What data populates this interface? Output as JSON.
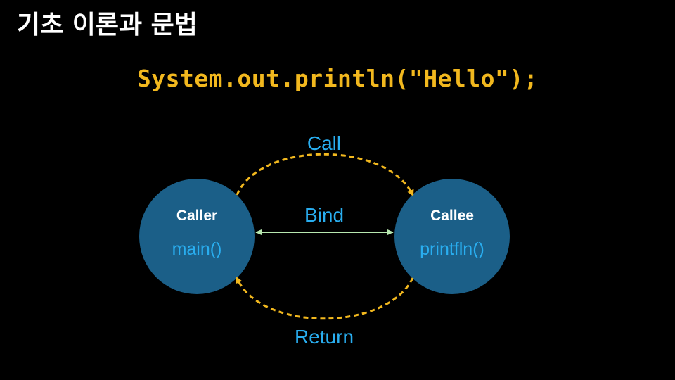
{
  "slide": {
    "title": "기초 이론과 문법",
    "code": "System.out.println(\"Hello\");"
  },
  "diagram": {
    "caller": {
      "role": "Caller",
      "function": "main()"
    },
    "callee": {
      "role": "Callee",
      "function": "printfln()"
    },
    "edges": {
      "call": "Call",
      "bind": "Bind",
      "return": "Return"
    }
  },
  "colors": {
    "background": "#000000",
    "title": "#ffffff",
    "code": "#f2b81e",
    "node_fill": "#1b5f88",
    "label_blue": "#29aef0",
    "call_return_arrow": "#f2b81e",
    "bind_arrow": "#b8e8b0"
  }
}
